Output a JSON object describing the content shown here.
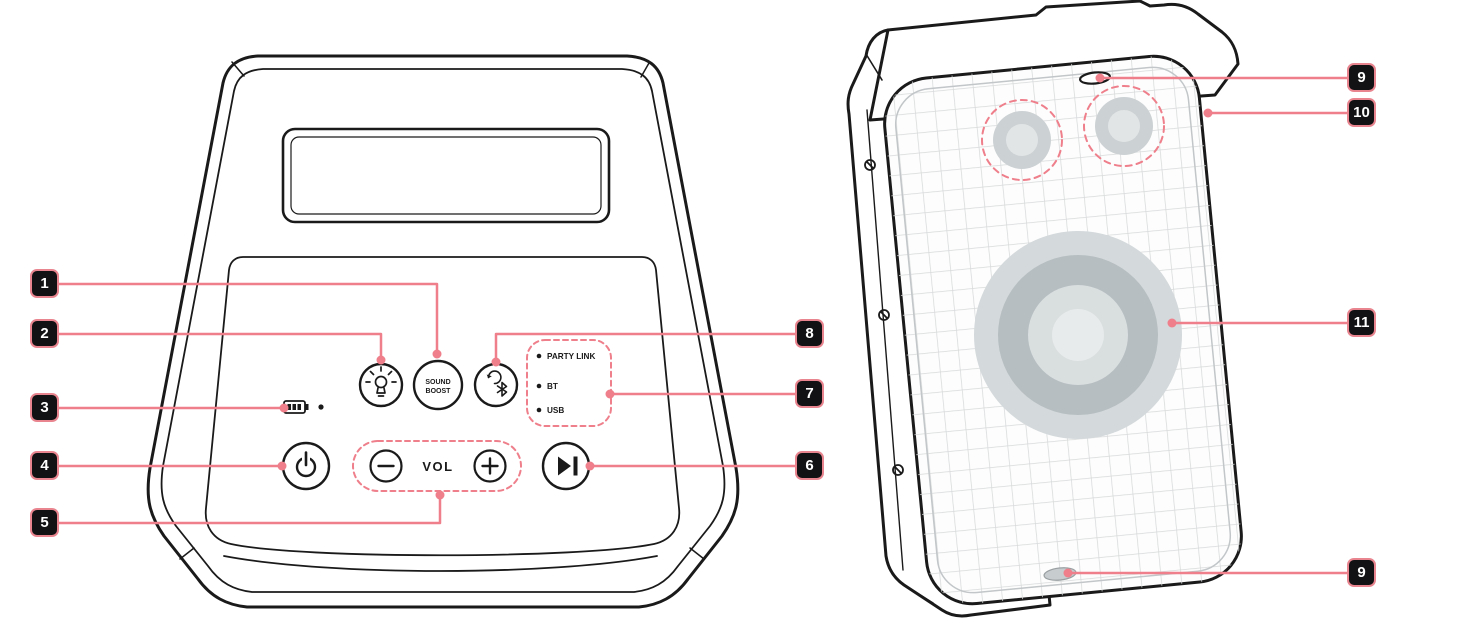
{
  "diagram_type": "speaker-parts-callout-diagram",
  "colors": {
    "accent": "#ee7f8b",
    "line": "#1a1a1a",
    "badge_bg": "#121214",
    "badge_text": "#ffffff",
    "grille_grid": "#d7d9da",
    "speaker_gray": "#b6bec1"
  },
  "callouts": {
    "labels": [
      "1",
      "2",
      "3",
      "4",
      "5",
      "6",
      "7",
      "8",
      "9",
      "10",
      "11",
      "9"
    ]
  },
  "top_panel": {
    "sound_boost_button": {
      "line1": "SOUND",
      "line2": "BOOST"
    },
    "volume_group": {
      "label": "VOL"
    },
    "indicator_group": {
      "items": [
        "PARTY LINK",
        "BT",
        "USB"
      ]
    }
  },
  "icons": {
    "power": "power-icon",
    "lighting": "bulb-icon",
    "bt_pairing": "bt-pairing-icon",
    "battery": "battery-icon",
    "play_pause": "play-pause-icon",
    "volume_minus": "minus-icon",
    "volume_plus": "plus-icon"
  }
}
